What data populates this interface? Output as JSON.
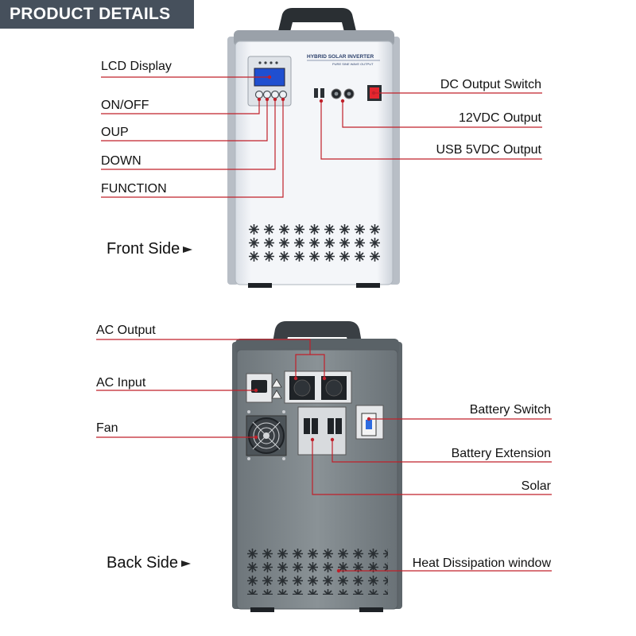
{
  "banner": "PRODUCT DETAILS",
  "front": {
    "side_label": "Front Side",
    "labels": {
      "lcd": "LCD Display",
      "onoff": "ON/OFF",
      "oup": "OUP",
      "down": "DOWN",
      "function": "FUNCTION",
      "dc_switch": "DC Output Switch",
      "dc12": "12VDC Output",
      "usb": "USB 5VDC Output"
    },
    "panel_text": {
      "title": "HYBRID SOLAR INVERTER",
      "subtitle": "PURE SINE WAVE OUTPUT"
    }
  },
  "back": {
    "side_label": "Back Side",
    "labels": {
      "ac_output": "AC Output",
      "ac_input": "AC Input",
      "fan": "Fan",
      "battery_switch": "Battery Switch",
      "battery_ext": "Battery Extension",
      "solar": "Solar",
      "heat": "Heat Dissipation window"
    }
  },
  "colors": {
    "banner": "#46505c",
    "leader": "#c0202a",
    "front_body": "#eef1f5",
    "back_body": "#7d8589"
  }
}
